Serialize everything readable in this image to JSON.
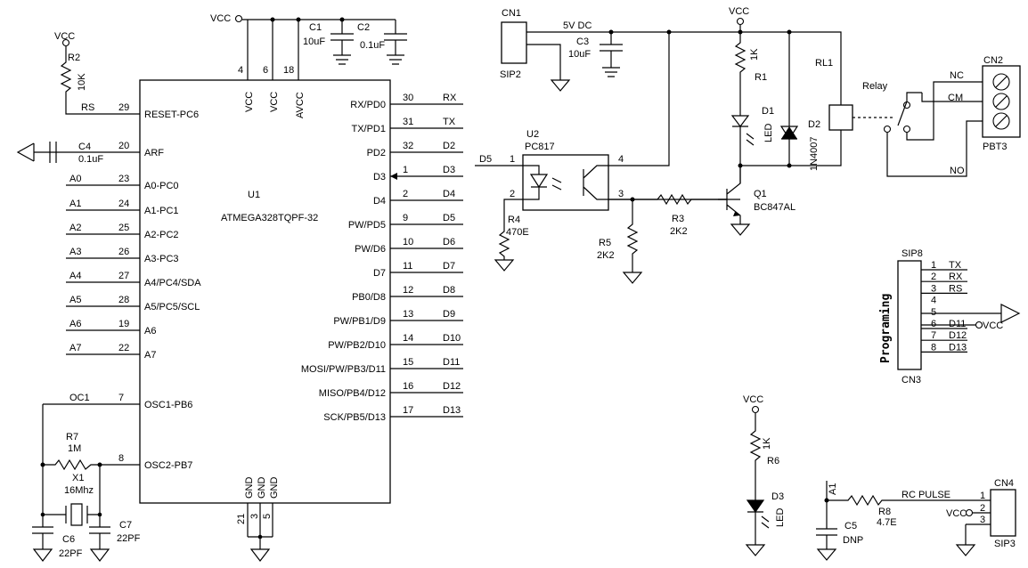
{
  "mcu": {
    "ref": "U1",
    "part": "ATMEGA328TQPF-32",
    "top_pins": [
      {
        "num": "4",
        "name": "VCC"
      },
      {
        "num": "6",
        "name": "VCC"
      },
      {
        "num": "18",
        "name": "AVCC"
      }
    ],
    "bottom_pins": [
      {
        "num": "21",
        "name": "GND"
      },
      {
        "num": "3",
        "name": "GND"
      },
      {
        "num": "5",
        "name": "GND"
      }
    ],
    "left_pins": [
      {
        "net": "RS",
        "num": "29",
        "name": "RESET-PC6"
      },
      {
        "net": "",
        "num": "20",
        "name": "ARF"
      },
      {
        "net": "A0",
        "num": "23",
        "name": "A0-PC0"
      },
      {
        "net": "A1",
        "num": "24",
        "name": "A1-PC1"
      },
      {
        "net": "A2",
        "num": "25",
        "name": "A2-PC2"
      },
      {
        "net": "A3",
        "num": "26",
        "name": "A3-PC3"
      },
      {
        "net": "A4",
        "num": "27",
        "name": "A4/PC4/SDA"
      },
      {
        "net": "A5",
        "num": "28",
        "name": "A5/PC5/SCL"
      },
      {
        "net": "A6",
        "num": "19",
        "name": "A6"
      },
      {
        "net": "A7",
        "num": "22",
        "name": "A7"
      },
      {
        "net": "OC1",
        "num": "7",
        "name": "OSC1-PB6"
      },
      {
        "net": "",
        "num": "8",
        "name": "OSC2-PB7"
      }
    ],
    "right_pins": [
      {
        "num": "30",
        "name": "RX/PD0",
        "net": "RX"
      },
      {
        "num": "31",
        "name": "TX/PD1",
        "net": "TX"
      },
      {
        "num": "32",
        "name": "PD2",
        "net": "D2"
      },
      {
        "num": "1",
        "name": "D3",
        "net": "D3"
      },
      {
        "num": "2",
        "name": "D4",
        "net": "D4"
      },
      {
        "num": "9",
        "name": "PW/PD5",
        "net": "D5"
      },
      {
        "num": "10",
        "name": "PW/D6",
        "net": "D6"
      },
      {
        "num": "11",
        "name": "D7",
        "net": "D7"
      },
      {
        "num": "12",
        "name": "PB0/D8",
        "net": "D8"
      },
      {
        "num": "13",
        "name": "PW/PB1/D9",
        "net": "D9"
      },
      {
        "num": "14",
        "name": "PW/PB2/D10",
        "net": "D10"
      },
      {
        "num": "15",
        "name": "MOSI/PW/PB3/D11",
        "net": "D11"
      },
      {
        "num": "16",
        "name": "MISO/PB4/D12",
        "net": "D12"
      },
      {
        "num": "17",
        "name": "SCK/PB5/D13",
        "net": "D13"
      }
    ]
  },
  "power": {
    "vcc": "VCC",
    "c1_ref": "C1",
    "c1_val": "10uF",
    "c2_ref": "C2",
    "c2_val": "0.1uF",
    "c4_ref": "C4",
    "c4_val": "0.1uF",
    "r2_ref": "R2",
    "r2_val": "10K"
  },
  "osc": {
    "r7_ref": "R7",
    "r7_val": "1M",
    "x1_ref": "X1",
    "x1_val": "16Mhz",
    "c6_ref": "C6",
    "c6_val": "22PF",
    "c7_ref": "C7",
    "c7_val": "22PF"
  },
  "relay_section": {
    "cn1_ref": "CN1",
    "cn1_type": "SIP2",
    "supply": "5V DC",
    "c3_ref": "C3",
    "c3_val": "10uF",
    "u2_ref": "U2",
    "u2_part": "PC817",
    "u2_pins": [
      "1",
      "2",
      "3",
      "4"
    ],
    "input_net": "D5",
    "r4_ref": "R4",
    "r4_val": "470E",
    "r3_ref": "R3",
    "r3_val": "2K2",
    "r5_ref": "R5",
    "r5_val": "2K2",
    "r1_ref": "R1",
    "r1_val": "1K",
    "d1_ref": "D1",
    "d1_val": "LED",
    "d2_ref": "D2",
    "d2_val": "1N4007",
    "q1_ref": "Q1",
    "q1_part": "BC847AL",
    "rl1_ref": "RL1",
    "relay_label": "Relay",
    "cn2_ref": "CN2",
    "cn2_type": "PBT3",
    "contacts": [
      "NC",
      "CM",
      "NO"
    ]
  },
  "programming": {
    "title": "Programing",
    "sip8": "SIP8",
    "cn3": "CN3",
    "pins": [
      {
        "num": "1",
        "net": "TX"
      },
      {
        "num": "2",
        "net": "RX"
      },
      {
        "num": "3",
        "net": "RS"
      },
      {
        "num": "4",
        "net": ""
      },
      {
        "num": "5",
        "net": ""
      },
      {
        "num": "6",
        "net": "D11"
      },
      {
        "num": "7",
        "net": "D12"
      },
      {
        "num": "8",
        "net": "D13"
      }
    ]
  },
  "indicator": {
    "r6_ref": "R6",
    "r6_val": "1K",
    "d3_ref": "D3",
    "d3_val": "LED"
  },
  "rc_input": {
    "net_a1": "A1",
    "r8_ref": "R8",
    "r8_val": "4.7E",
    "c5_ref": "C5",
    "c5_val": "DNP",
    "signal": "RC PULSE",
    "cn4_ref": "CN4",
    "cn4_type": "SIP3",
    "pins": [
      "1",
      "2",
      "3"
    ]
  }
}
